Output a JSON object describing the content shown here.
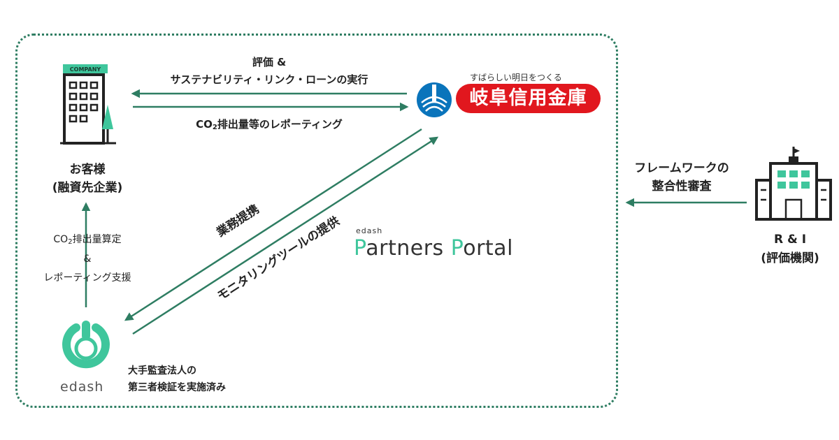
{
  "colors": {
    "frame": "#2e7d62",
    "arrow": "#2e7d62",
    "accent": "#3fc69c",
    "bank_red": "#e1171e"
  },
  "company": {
    "sign": "COMPANY",
    "title": "お客様",
    "subtitle": "(融資先企業)"
  },
  "arrow_top": {
    "line1": "評価 &",
    "line2": "サステナビリティ・リンク・ローンの実行"
  },
  "arrow_co2": {
    "prefix": "CO",
    "sub": "2",
    "suffix": "排出量等のレポーティング"
  },
  "bank": {
    "tagline": "すばらしい明日をつくる",
    "name": "岐阜信用金庫",
    "logo_icon": "bank-emblem-icon"
  },
  "diag": {
    "upper": "業務提携",
    "lower": "モニタリングツールの提供"
  },
  "partners_portal": {
    "brand_small": "edash",
    "first_letter": "P",
    "first_rest": "artners ",
    "second_letter": "P",
    "second_rest": "ortal"
  },
  "left_vertical": {
    "line1_prefix": "CO",
    "line1_sub": "2",
    "line1_suffix": "排出量算定",
    "line2": "&",
    "line3": "レポーティング支援"
  },
  "edash": {
    "word": "edash",
    "note1": "大手監査法人の",
    "note2": "第三者検証を実施済み"
  },
  "framework": {
    "line1": "フレームワークの",
    "line2": "整合性審査"
  },
  "ri": {
    "title": "R & I",
    "subtitle": "(評価機関)"
  }
}
